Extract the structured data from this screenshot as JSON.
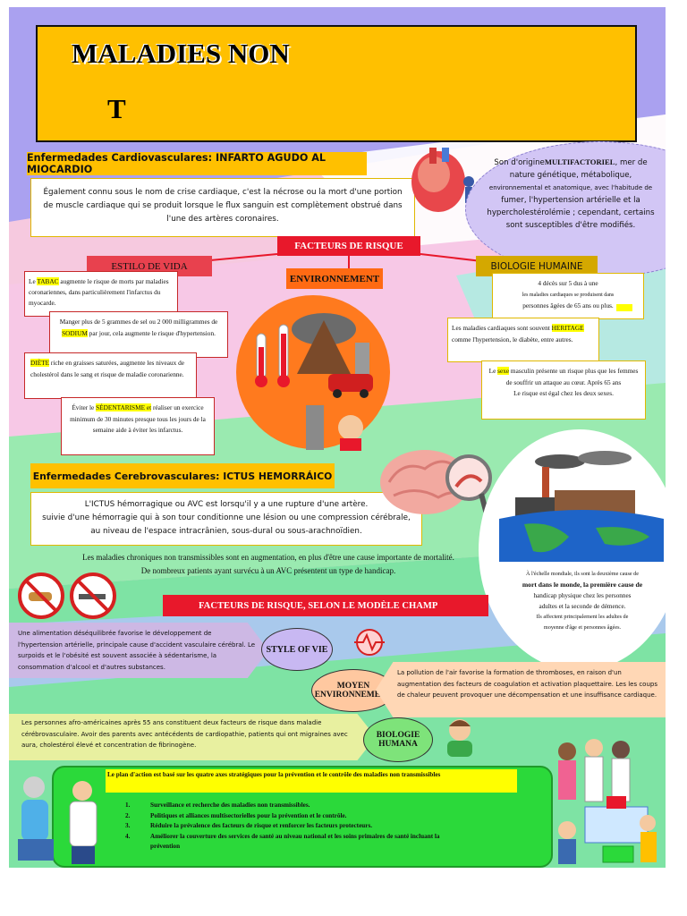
{
  "title": {
    "line1": "MALADIES NON",
    "line2": "T"
  },
  "cardio": {
    "header": "Enfermedades Cardiovasculares: INFARTO AGUDO AL MIOCARDIO",
    "text": "Également connu sous le nom de crise cardiaque, c'est la nécrose ou la mort d'une portion de muscle cardiaque qui se produit lorsque le flux sanguin est complètement obstrué dans l'une des artères coronaires."
  },
  "origin": {
    "p1": "Son d'origine",
    "p1b": "MULTIFACTORIEL",
    "p1c": ", mer de nature génétique, métabolique,",
    "p2": "environnemental et anatomique, avec l'habitude de",
    "p3": "fumer, l'hypertension artérielle et la hypercholestérolémie ; cependant, certains sont susceptibles d'être modifiés."
  },
  "risk_banner": "FACTEURS DE RISQUE",
  "labels": {
    "estilo": "ESTILO DE VIDA",
    "env": "ENVIRONNEMENT",
    "bio": "BIOLOGIE HUMAINE"
  },
  "estilo_boxes": {
    "b1a": "Le ",
    "b1b": "TABAC",
    "b1c": " augmente le risque de morts par maladies coronariennes, dans particulièrement l'infarctus du myocarde.",
    "b2a": "Manger plus de 5 grammes de sel ou 2 000 milligrammes de ",
    "b2b": "SODIUM",
    "b2c": " par jour, cela augmente le risque d'hypertension.",
    "b3a": "DIÈTE",
    "b3b": " riche en graisses saturées, augmente les niveaux de cholestérol dans le sang et risque de maladie coronarienne.",
    "b4a": "Éviter le ",
    "b4b": "SÉDENTARISME et",
    "b4c": " réaliser un exercice minimum de 30 minutes presque tous les jours de la semaine aide à éviter les infarctus."
  },
  "bio_boxes": {
    "b1": "4 décès sur 5 dus à une",
    "b1b": "les maladies cardiaques se produisent dans",
    "b1c": "personnes âgées de 65 ans ou plus.",
    "b2a": "Les maladies cardiaques sont souvent ",
    "b2b": "HERITAGE",
    "b2c": " comme l'hypertension, le diabète, entre autres.",
    "b3a": "Le ",
    "b3b": "sexe",
    "b3c": " masculin présente un risque plus que les femmes de souffrir un attaque au cœur. Après 65 ans",
    "b3d": "Le risque est égal chez les deux sexes."
  },
  "cerebro": {
    "header": "Enfermedades Cerebrovasculares: ICTUS HEMORRÁICO",
    "l1": "L'ICTUS hémorragique ou AVC est lorsqu'il y a une rupture d'une artère.",
    "l2": "suivie d'une hémorragie qui à son tour conditionne une lésion ou une compression cérébrale, au niveau de l'espace intracrânien, sous-dural ou sous-arachnoïdien."
  },
  "chronic": {
    "l1": "Les maladies chroniques non transmissibles sont en augmentation, en plus d'être une cause importante de mortalité.",
    "l2": "De nombreux patients ayant survécu à un AVC présentent un type de handicap."
  },
  "globe_text": {
    "t1": "À l'échelle mondiale, ils sont la deuxième cause de",
    "t2": "mort dans le monde, la première cause de",
    "t3": "handicap physique chez les personnes",
    "t4": "adultes et la seconde de démence.",
    "t5": "Ils affectent principalement les adultes de",
    "t6": "moyenne d'âge et personnes âgées."
  },
  "model_banner": "FACTEURS DE RISQUE, SELON LE MODÈLE CHAMP",
  "model": {
    "style_label": "STYLE OF VIE",
    "style_text": "Une alimentation déséquilibrée favorise le développement de l'hypertension artérielle, principale cause d'accident vasculaire cérébral. Le surpoids et le l'obésité est souvent associée à sédentarisme, la consommation d'alcool et d'autres substances.",
    "env_label": "MOYEN ENVIRONNEMENT",
    "env_text": "La pollution de l'air favorise la formation de thromboses, en raison d'un augmentation des facteurs de coagulation et activation plaquettaire. Les les coups de chaleur peuvent provoquer une décompensation et une insuffisance cardiaque.",
    "bio_label": "BIOLOGIE HUMANA",
    "bio_text": "Les personnes afro-américaines après 55 ans constituent deux facteurs de risque dans maladie cérébrovasculaire. Avoir des parents avec antécédents de cardiopathie, patients qui ont migraines avec aura, cholestérol élevé et concentration de fibrinogène."
  },
  "plan": {
    "intro": "Le plan d'action est basé sur les quatre axes stratégiques pour la prévention et le contrôle des maladies non transmissibles",
    "items": [
      {
        "num": "1.",
        "text": "Surveillance et recherche des maladies non transmissibles."
      },
      {
        "num": "2.",
        "text": "Politiques et alliances multisectorielles pour la prévention et le contrôle."
      },
      {
        "num": "3.",
        "text": "Réduire la prévalence des facteurs de risque et renforcer les facteurs protecteurs."
      },
      {
        "num": "4.",
        "text": "Améliorer la couverture des services de santé au niveau national et les soins primaires de santé incluant la prévention"
      }
    ]
  },
  "colors": {
    "yellow": "#ffc000",
    "red": "#e8182b",
    "orange": "#ff6a13",
    "lavender": "#c8b8f2",
    "green": "#8ee6a8",
    "lime": "#2bd93a"
  }
}
